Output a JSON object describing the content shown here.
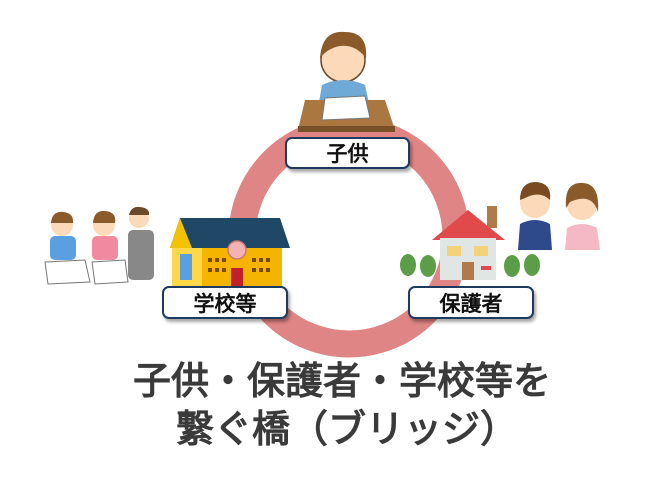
{
  "nodes": {
    "child": "子供",
    "school": "学校等",
    "guardian": "保護者"
  },
  "title": {
    "line1": "子供・保護者・学校等を",
    "line2": "繋ぐ橋（ブリッジ）"
  },
  "colors": {
    "ring": "#e08585",
    "label_border": "#1f3a5f",
    "title_text": "#3a3a3a"
  }
}
